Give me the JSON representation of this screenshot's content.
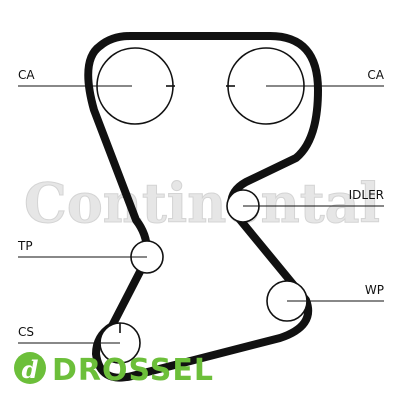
{
  "diagram": {
    "labels": {
      "camshaft_left": "CA",
      "camshaft_right": "CA",
      "idler": "IDLER",
      "tensioner": "TP",
      "water_pump": "WP",
      "crankshaft": "CS"
    }
  },
  "watermark": {
    "text": "Continental"
  },
  "brand": {
    "logo_letter": "d",
    "name": "DROSSEL",
    "color": "#6cbf3a"
  },
  "colors": {
    "belt": "#111111",
    "pulley_stroke": "#111111",
    "leader_line": "#111111",
    "watermark": "#e0e0e0"
  }
}
